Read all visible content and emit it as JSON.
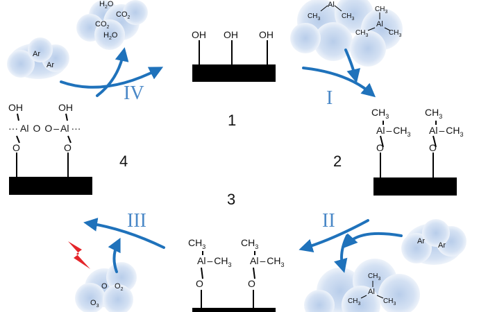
{
  "colors": {
    "arrow": "#1f72bb",
    "cloud": "#c9d9ef",
    "cloud_edge": "#dfe8f5",
    "substrate": "#000000",
    "lightning": "#e4252a",
    "roman": "#4a88c7"
  },
  "icons": {
    "lightning": "lightning-bolt-icon"
  },
  "steps": {
    "s1": "1",
    "s2": "2",
    "s3": "3",
    "s4": "4",
    "r1": "I",
    "r2": "II",
    "r3": "III",
    "r4": "IV"
  },
  "chem": {
    "OH": "OH",
    "O": "O",
    "Al": "Al",
    "CH3": "CH",
    "sub3": "3",
    "sub2": "2",
    "dash": "–",
    "dots": "···",
    "Ar": "Ar",
    "H2O_H": "H",
    "H2O_O": "O",
    "CO": "CO",
    "O3_O": "O"
  }
}
